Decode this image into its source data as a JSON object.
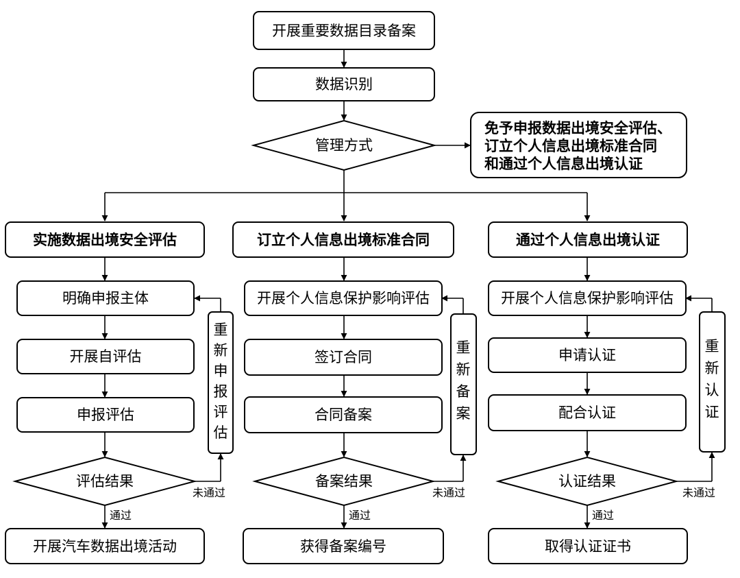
{
  "top": {
    "catalog": "开展重要数据目录备案",
    "identify": "数据识别",
    "mode": "管理方式",
    "exempt_line1": "免予申报数据出境安全评估、",
    "exempt_line2": "订立个人信息出境标准合同",
    "exempt_line3": "和通过个人信息出境认证"
  },
  "branch_left": {
    "title": "实施数据出境安全评估",
    "step1": "明确申报主体",
    "step2": "开展自评估",
    "step3": "申报评估",
    "decision": "评估结果",
    "fail": "未通过",
    "pass": "通过",
    "result": "开展汽车数据出境活动",
    "retry_chars": [
      "重",
      "新",
      "申",
      "报",
      "评",
      "估"
    ]
  },
  "branch_mid": {
    "title": "订立个人信息出境标准合同",
    "step1": "开展个人信息保护影响评估",
    "step2": "签订合同",
    "step3": "合同备案",
    "decision": "备案结果",
    "fail": "未通过",
    "pass": "通过",
    "result": "获得备案编号",
    "retry_chars": [
      "重",
      "新",
      "备",
      "案"
    ]
  },
  "branch_right": {
    "title": "通过个人信息出境认证",
    "step1": "开展个人信息保护影响评估",
    "step2": "申请认证",
    "step3": "配合认证",
    "decision": "认证结果",
    "fail": "未通过",
    "pass": "通过",
    "result": "取得认证证书",
    "retry_chars": [
      "重",
      "新",
      "认",
      "证"
    ]
  }
}
